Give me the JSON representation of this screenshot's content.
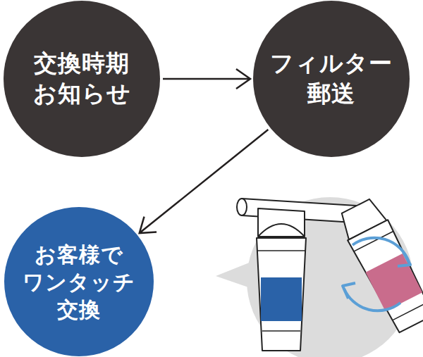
{
  "diagram": {
    "nodes": [
      {
        "text": [
          "交換時期 お知らせ"
        ]
      },
      {
        "text": [
          "フィルター 郵送"
        ]
      },
      {
        "text": [
          "お客様で ワンタッチ 交換"
        ]
      }
    ],
    "edges": [
      {
        "from": 0,
        "to": 1,
        "arrow": "to"
      },
      {
        "from": 1,
        "to": 2,
        "arrow": "to"
      }
    ]
  }
}
